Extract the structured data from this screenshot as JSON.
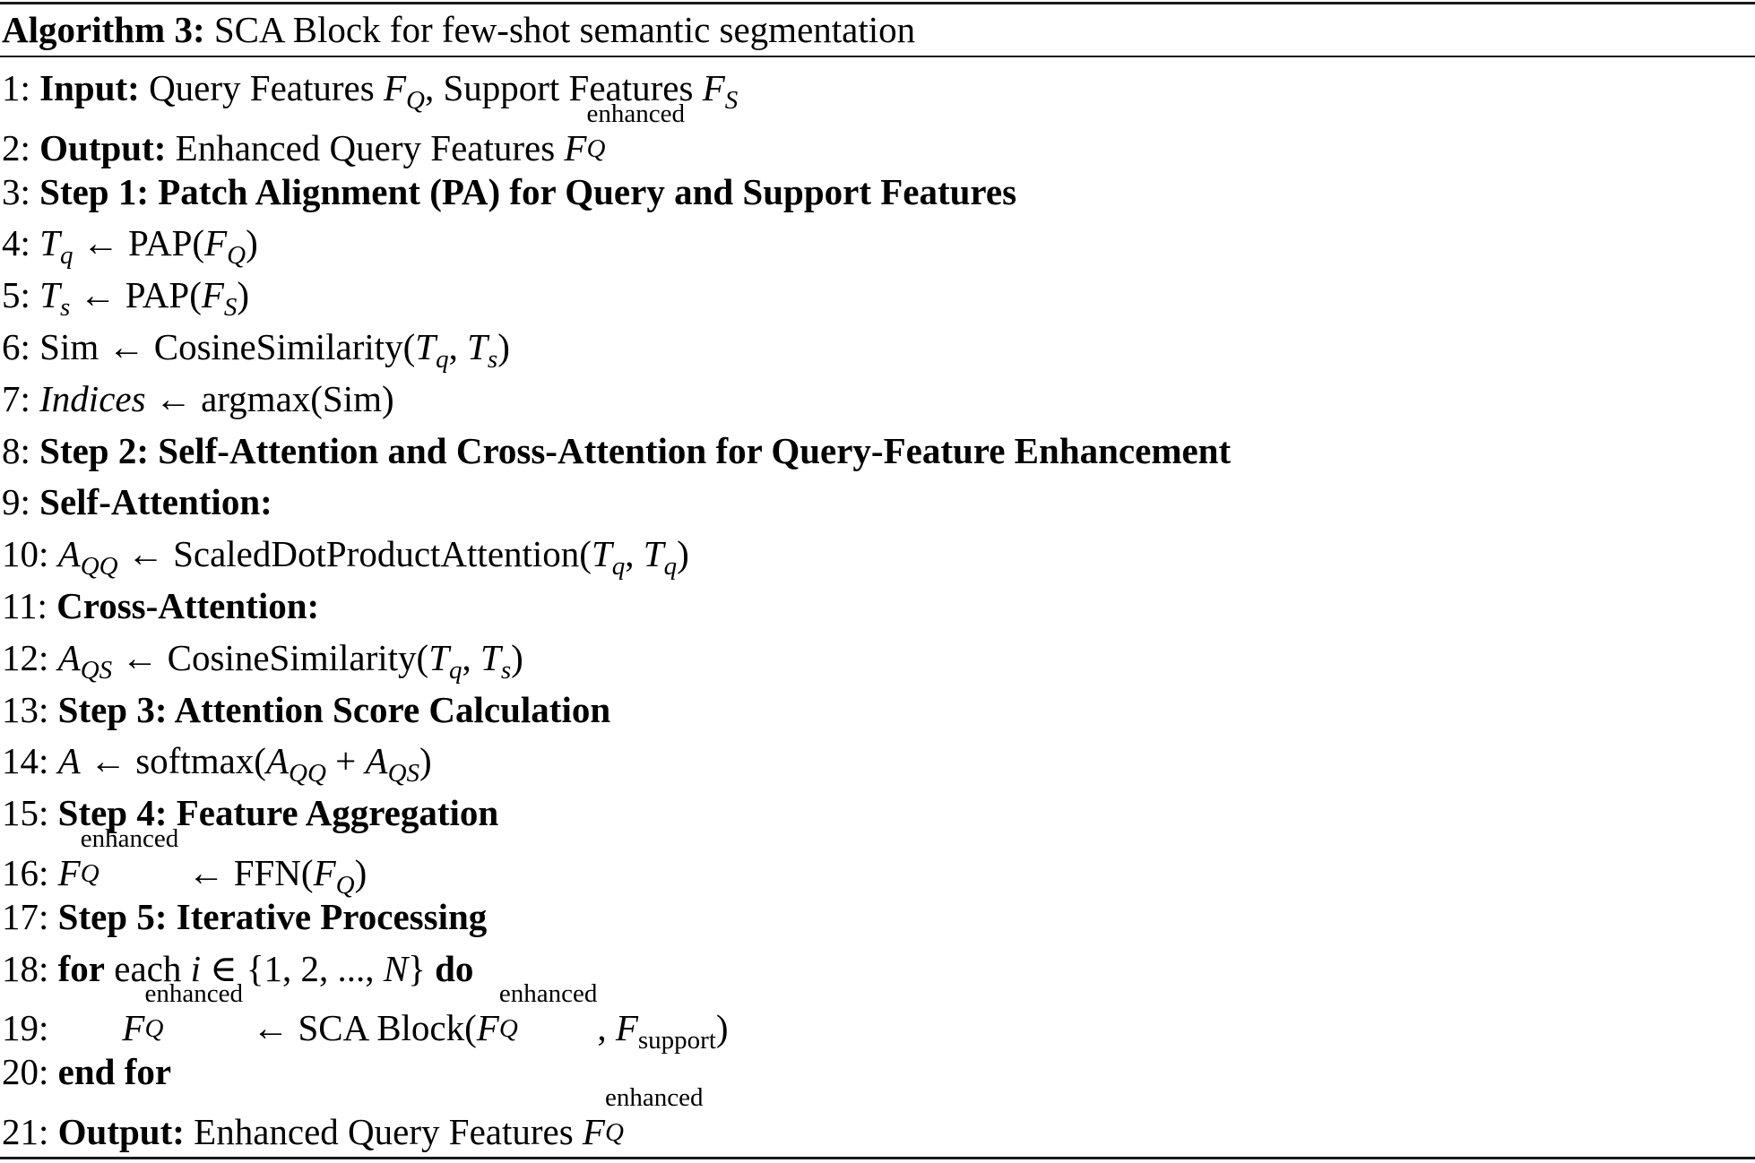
{
  "caption": {
    "label": "Algorithm 3:",
    "title": "SCA Block for few-shot semantic segmentation"
  },
  "steps": [
    {
      "num": "1:",
      "kw": "Input:",
      "text": "Query Features",
      "f_main": "F",
      "f_sub": "Q",
      "sep": ",",
      "text2": "Support Features",
      "f2_main": "F",
      "f2_sub": "S"
    },
    {
      "num": "2:",
      "kw": "Output:",
      "text": "Enhanced Query Features",
      "f_main": "F",
      "f_sub": "Q",
      "f_sup": "enhanced"
    },
    {
      "num": "3:",
      "kw": "Step 1: Patch Alignment (PA) for Query and Support Features"
    },
    {
      "num": "4:",
      "lhs": "T",
      "lhs_sub": "q",
      "arrow": "←",
      "fn": "PAP(",
      "arg": "F",
      "arg_sub": "Q",
      "close": ")"
    },
    {
      "num": "5:",
      "lhs": "T",
      "lhs_sub": "s",
      "arrow": "←",
      "fn": "PAP(",
      "arg": "F",
      "arg_sub": "S",
      "close": ")"
    },
    {
      "num": "6:",
      "lhs": "Sim",
      "arrow": "←",
      "fn": "CosineSimilarity(",
      "a1": "T",
      "a1_sub": "q",
      "sep": ",",
      "a2": "T",
      "a2_sub": "s",
      "close": ")"
    },
    {
      "num": "7:",
      "lhs": "Indices",
      "arrow": "←",
      "fn": "argmax(Sim)"
    },
    {
      "num": "8:",
      "kw": "Step 2: Self-Attention and Cross-Attention for Query-Feature Enhancement"
    },
    {
      "num": "9:",
      "kw": "Self-Attention:"
    },
    {
      "num": "10:",
      "lhs": "A",
      "lhs_sub": "QQ",
      "arrow": "←",
      "fn": "ScaledDotProductAttention(",
      "a1": "T",
      "a1_sub": "q",
      "sep": ",",
      "a2": "T",
      "a2_sub": "q",
      "close": ")"
    },
    {
      "num": "11:",
      "kw": "Cross-Attention:"
    },
    {
      "num": "12:",
      "lhs": "A",
      "lhs_sub": "QS",
      "arrow": "←",
      "fn": "CosineSimilarity(",
      "a1": "T",
      "a1_sub": "q",
      "sep": ",",
      "a2": "T",
      "a2_sub": "s",
      "close": ")"
    },
    {
      "num": "13:",
      "kw": "Step 3: Attention Score Calculation"
    },
    {
      "num": "14:",
      "lhs": "A",
      "arrow": "←",
      "fn": "softmax(",
      "a1": "A",
      "a1_sub": "QQ",
      "op": "+",
      "a2": "A",
      "a2_sub": "QS",
      "close": ")"
    },
    {
      "num": "15:",
      "kw": "Step 4: Feature Aggregation"
    },
    {
      "num": "16:",
      "lhs": "F",
      "lhs_sub": "Q",
      "lhs_sup": "enhanced",
      "arrow": "←",
      "fn": "FFN(",
      "arg": "F",
      "arg_sub": "Q",
      "close": ")"
    },
    {
      "num": "17:",
      "kw": "Step 5: Iterative Processing"
    },
    {
      "num": "18:",
      "kw": "for",
      "text": "each",
      "var": "i",
      "in": "∈",
      "set_open": "{1, 2, ..., ",
      "set_var": "N",
      "set_close": "}",
      "kw2": "do"
    },
    {
      "num": "19:",
      "lhs": "F",
      "lhs_sub": "Q",
      "lhs_sup": "enhanced",
      "arrow": "←",
      "fn": "SCA Block(",
      "a1": "F",
      "a1_sub": "Q",
      "a1_sup": "enhanced",
      "sep": ",",
      "a2": "F",
      "a2_sub": "support",
      "close": ")"
    },
    {
      "num": "20:",
      "kw": "end for"
    },
    {
      "num": "21:",
      "kw": "Output:",
      "text": "Enhanced Query Features",
      "f_main": "F",
      "f_sub": "Q",
      "f_sup": "enhanced"
    }
  ]
}
